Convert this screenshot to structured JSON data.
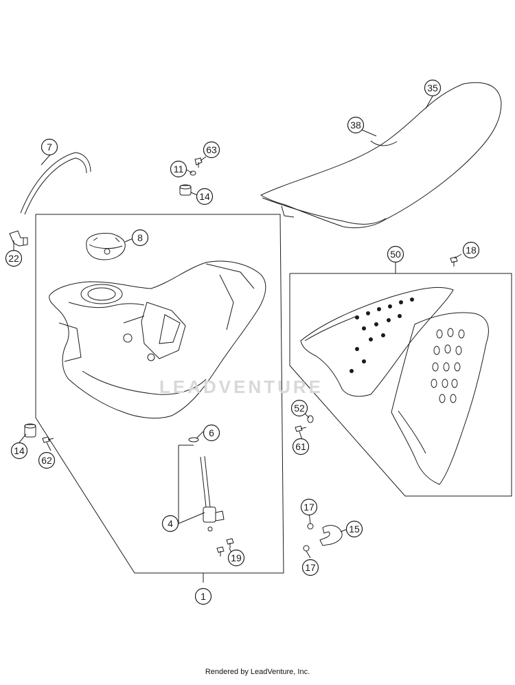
{
  "parts": [
    {
      "id": "part-35",
      "label": "35"
    },
    {
      "id": "part-38",
      "label": "38"
    },
    {
      "id": "part-7",
      "label": "7"
    },
    {
      "id": "part-63",
      "label": "63"
    },
    {
      "id": "part-11",
      "label": "11"
    },
    {
      "id": "part-14-top",
      "label": "14"
    },
    {
      "id": "part-22",
      "label": "22"
    },
    {
      "id": "part-8",
      "label": "8"
    },
    {
      "id": "part-50",
      "label": "50"
    },
    {
      "id": "part-18",
      "label": "18"
    },
    {
      "id": "part-52",
      "label": "52"
    },
    {
      "id": "part-61",
      "label": "61"
    },
    {
      "id": "part-6",
      "label": "6"
    },
    {
      "id": "part-14-left",
      "label": "14"
    },
    {
      "id": "part-62",
      "label": "62"
    },
    {
      "id": "part-4",
      "label": "4"
    },
    {
      "id": "part-17-top",
      "label": "17"
    },
    {
      "id": "part-15",
      "label": "15"
    },
    {
      "id": "part-19",
      "label": "19"
    },
    {
      "id": "part-17-bottom",
      "label": "17"
    },
    {
      "id": "part-1",
      "label": "1"
    }
  ],
  "watermark": "LEADVENTURE",
  "footer": "Rendered by LeadVenture, Inc.",
  "colors": {
    "line": "#1a1a1a",
    "watermark": "#d8d8d8",
    "background": "#ffffff"
  }
}
